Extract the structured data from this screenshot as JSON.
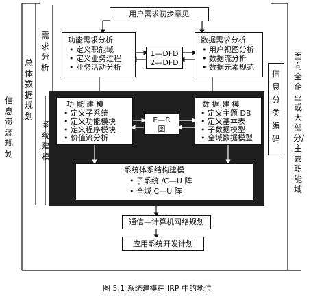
{
  "top_box": "用户需求初步意见",
  "labels": {
    "req_analysis": "需求分析",
    "overall_planning": "总体数据规划",
    "info_resource_planning": "信息资源规划",
    "system_modeling": "系统建模",
    "info_classification": "信息分类编码",
    "enterprise_scope": "面向全企业或大部分/主要职能域"
  },
  "func_req": {
    "title": "功能需求分析",
    "items": [
      "• 定义职能域",
      "• 定义业务过程",
      "• 业务活动分析"
    ]
  },
  "dfd_box": [
    "1—DFD",
    "2—DFD"
  ],
  "data_req": {
    "title": "数据需求分析",
    "items": [
      "• 用户视图分析",
      "• 数据流分析",
      "• 数据元素规范"
    ]
  },
  "func_model": {
    "title": "功 能 建 模",
    "items": [
      "• 定义子系统",
      "• 定义功能模块",
      "• 定义程序模块",
      "• 价值流分析"
    ]
  },
  "er_box": [
    "E—R",
    "图"
  ],
  "data_model": {
    "title": "数 据 建 模",
    "items": [
      "• 定义主题 DB",
      "• 定义基本表",
      "• 子数据模型",
      "• 全域数据模型"
    ]
  },
  "arch_model": {
    "title": "系统体系结构建模",
    "items": [
      "• 子系统 /C—U 阵",
      "• 全域 C—U 阵"
    ]
  },
  "network_box": "通信—计算机网络规划",
  "app_box": "应用系统开发计划",
  "caption": "图 5.1    系统建模在 IRP 中的地位"
}
